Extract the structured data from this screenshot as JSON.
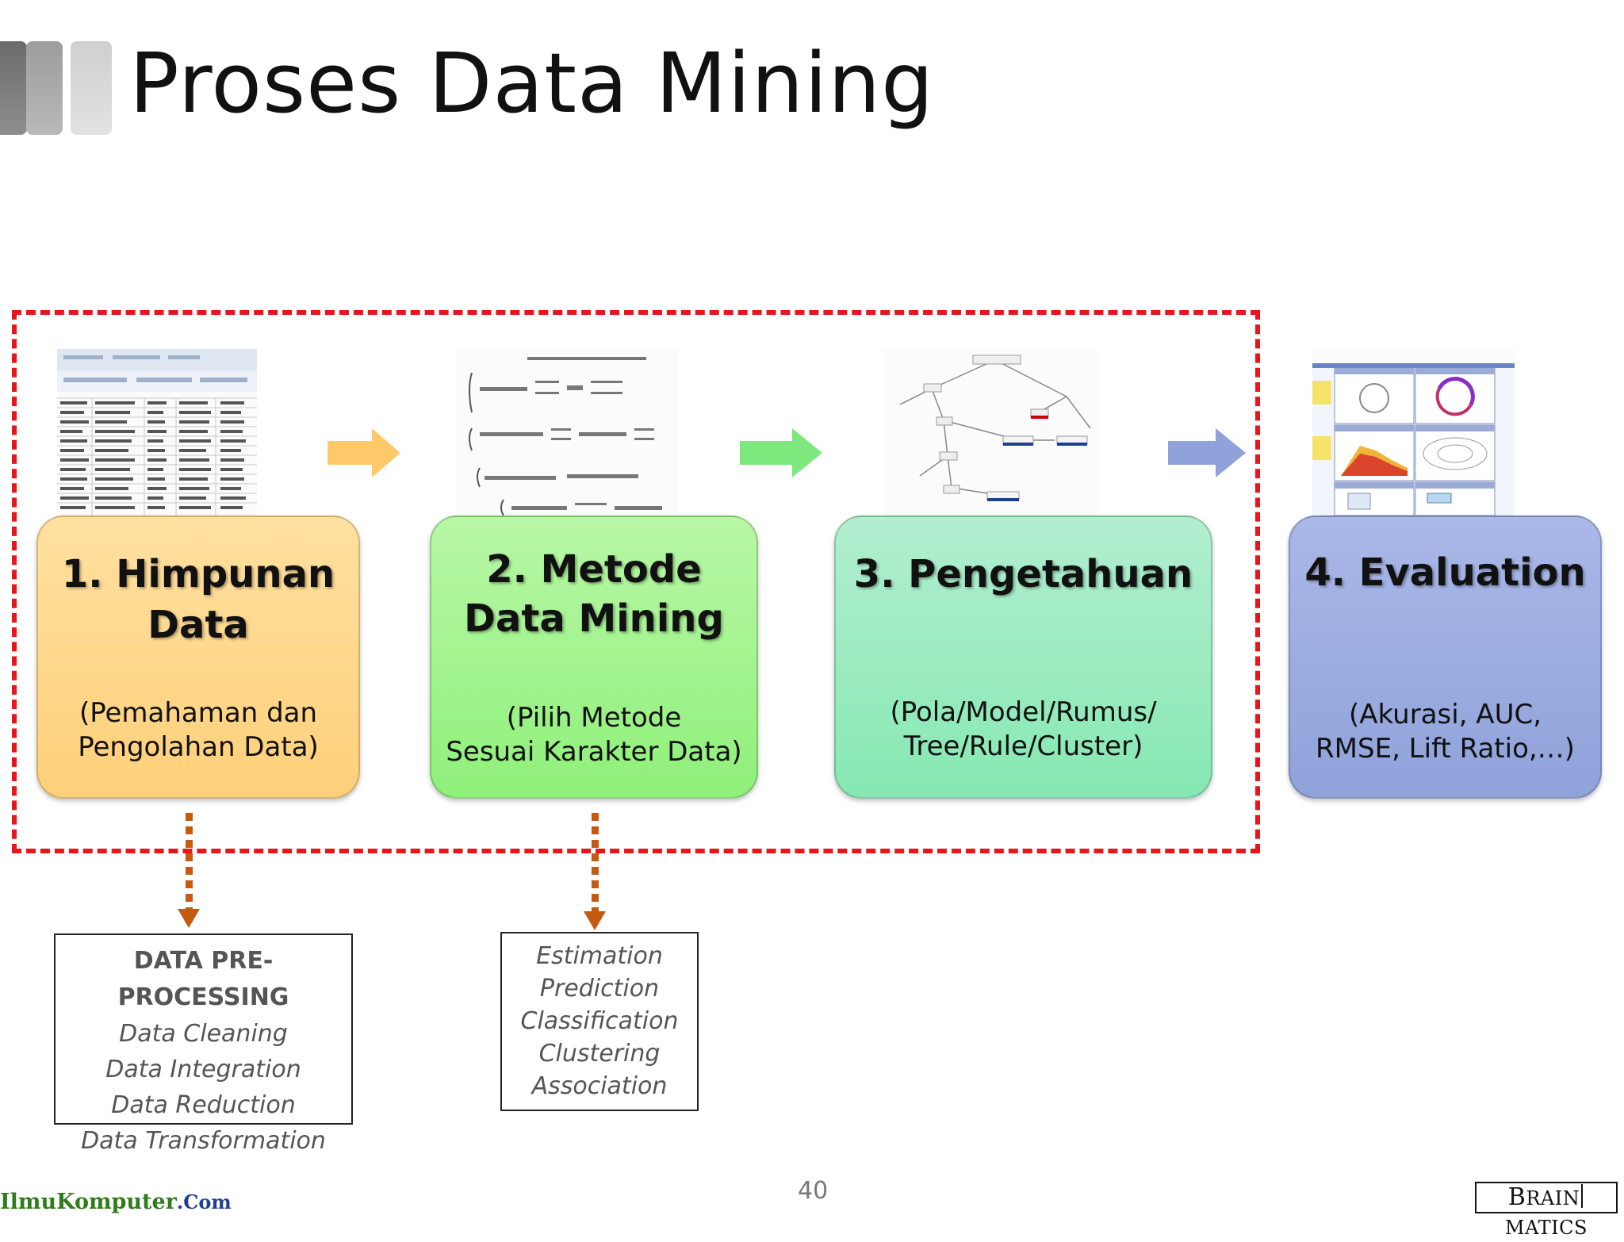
{
  "slide": {
    "title": "Proses Data Mining",
    "page_number": "40"
  },
  "steps": [
    {
      "heading_line1": "1. Himpunan",
      "heading_line2": "Data",
      "sub_line1": "(Pemahaman dan",
      "sub_line2": "Pengolahan Data)",
      "color": "#ffd48a"
    },
    {
      "heading_line1": "2. Metode",
      "heading_line2": "Data Mining",
      "sub_line1": "(Pilih Metode",
      "sub_line2": "Sesuai Karakter Data)",
      "color": "#9ff28a"
    },
    {
      "heading_line1": "3. Pengetahuan",
      "heading_line2": "",
      "sub_line1": "(Pola/Model/Rumus/",
      "sub_line2": "Tree/Rule/Cluster)",
      "color": "#98ebc2"
    },
    {
      "heading_line1": "4. Evaluation",
      "heading_line2": "",
      "sub_line1": "(Akurasi, AUC,",
      "sub_line2": "RMSE, Lift Ratio,…)",
      "color": "#9dade0"
    }
  ],
  "preprocessing_box": {
    "heading": "DATA PRE-PROCESSING",
    "items": [
      "Data Cleaning",
      "Data Integration",
      "Data Reduction",
      "Data Transformation"
    ]
  },
  "methods_box": {
    "items": [
      "Estimation",
      "Prediction",
      "Classification",
      "Clustering",
      "Association"
    ]
  },
  "logos": {
    "left_main": "IlmuKomputer",
    "left_suffix": ".Com",
    "right_part1": "B",
    "right_part2": "RAIN",
    "right_part3": "MATICS"
  },
  "colors": {
    "dash_border": "#e8161b",
    "connector": "#c55a11",
    "arrow1": "#ffc96a",
    "arrow2": "#7ee87e",
    "arrow3": "#8fa2da"
  }
}
